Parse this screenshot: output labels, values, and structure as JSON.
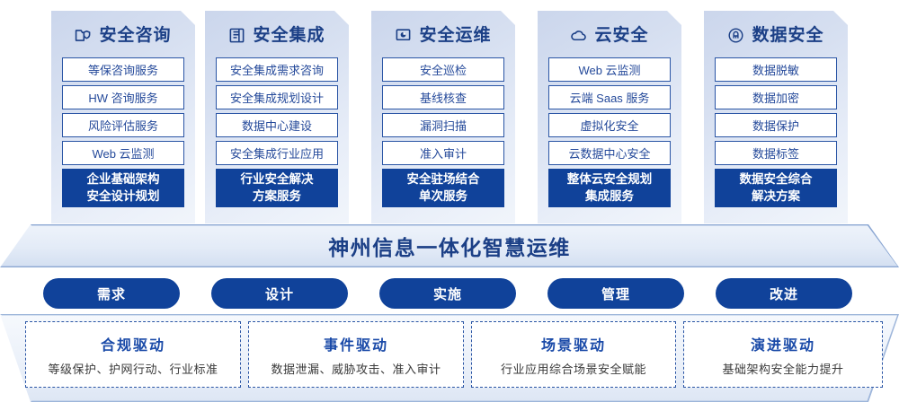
{
  "columns": [
    {
      "icon": "folder-shield-icon",
      "title": "安全咨询",
      "items": [
        "等保咨询服务",
        "HW 咨询服务",
        "风险评估服务",
        "Web 云监测"
      ],
      "summary_line1": "企业基础架构",
      "summary_line2": "安全设计规划"
    },
    {
      "icon": "integration-box-icon",
      "title": "安全集成",
      "items": [
        "安全集成需求咨询",
        "安全集成规划设计",
        "数据中心建设",
        "安全集成行业应用"
      ],
      "summary_line1": "行业安全解决",
      "summary_line2": "方案服务"
    },
    {
      "icon": "monitor-chart-icon",
      "title": "安全运维",
      "items": [
        "安全巡检",
        "基线核查",
        "漏洞扫描",
        "准入审计"
      ],
      "summary_line1": "安全驻场结合",
      "summary_line2": "单次服务"
    },
    {
      "icon": "cloud-icon",
      "title": "云安全",
      "items": [
        "Web 云监测",
        "云端 Saas 服务",
        "虚拟化安全",
        "云数据中心安全"
      ],
      "summary_line1": "整体云安全规划",
      "summary_line2": "集成服务"
    },
    {
      "icon": "fingerprint-icon",
      "title": "数据安全",
      "items": [
        "数据脱敏",
        "数据加密",
        "数据保护",
        "数据标签"
      ],
      "summary_line1": "数据安全综合",
      "summary_line2": "解决方案"
    }
  ],
  "banner": {
    "text": "神州信息一体化智慧运维"
  },
  "pills": [
    {
      "label": "需求"
    },
    {
      "label": "设计"
    },
    {
      "label": "实施"
    },
    {
      "label": "管理"
    },
    {
      "label": "改进"
    }
  ],
  "drivers": [
    {
      "heading": "合规驱动",
      "subtitle": "等级保护、护网行动、行业标准"
    },
    {
      "heading": "事件驱动",
      "subtitle": "数据泄漏、威胁攻击、准入审计"
    },
    {
      "heading": "场景驱动",
      "subtitle": "行业应用综合场景安全赋能"
    },
    {
      "heading": "演进驱动",
      "subtitle": "基础架构安全能力提升"
    }
  ],
  "colors": {
    "brand_dark_blue": "#10429a",
    "title_blue": "#1b3f86",
    "item_border": "#2a55a5",
    "item_text": "#24499a",
    "card_gradient_start": "#cbd6ec",
    "card_gradient_end": "#f1f5fb"
  }
}
